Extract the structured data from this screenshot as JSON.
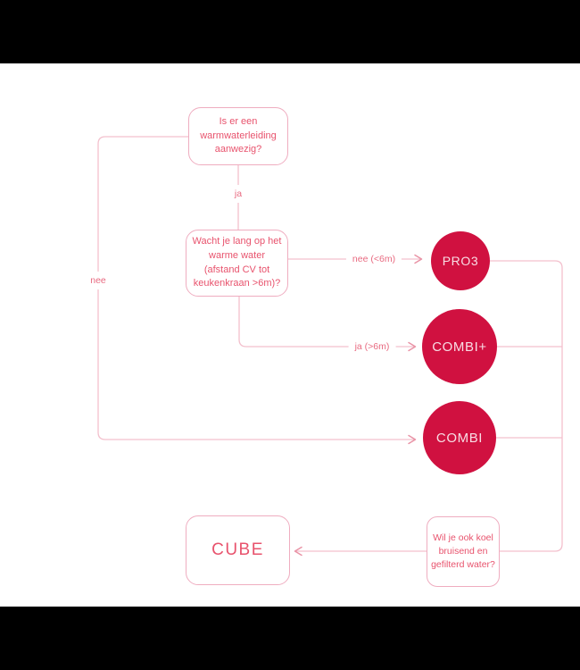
{
  "colors": {
    "background": "#ffffff",
    "letterbox": "#000000",
    "circle_fill": "#d01140",
    "circle_text": "#f8dde4",
    "box_border": "#efadc0",
    "line": "#f3c0cd",
    "arrowhead": "#e993a6",
    "text_red": "#e8536d"
  },
  "diagram": {
    "questions": {
      "q1": "Is er een warmwaterleiding aanwezig?",
      "q2": "Wacht je lang op het warme water (afstand CV tot keukenkraan >6m)?",
      "q3": "Wil je ook koel bruisend en gefilterd water?"
    },
    "edge_labels": {
      "ja": "ja",
      "nee": "nee",
      "nee_lt6m": "nee (<6m)",
      "ja_gt6m": "ja (>6m)"
    },
    "products": {
      "pro3": "PRO3",
      "combi_plus": "COMBI+",
      "combi": "COMBI",
      "cube": "CUBE"
    }
  }
}
